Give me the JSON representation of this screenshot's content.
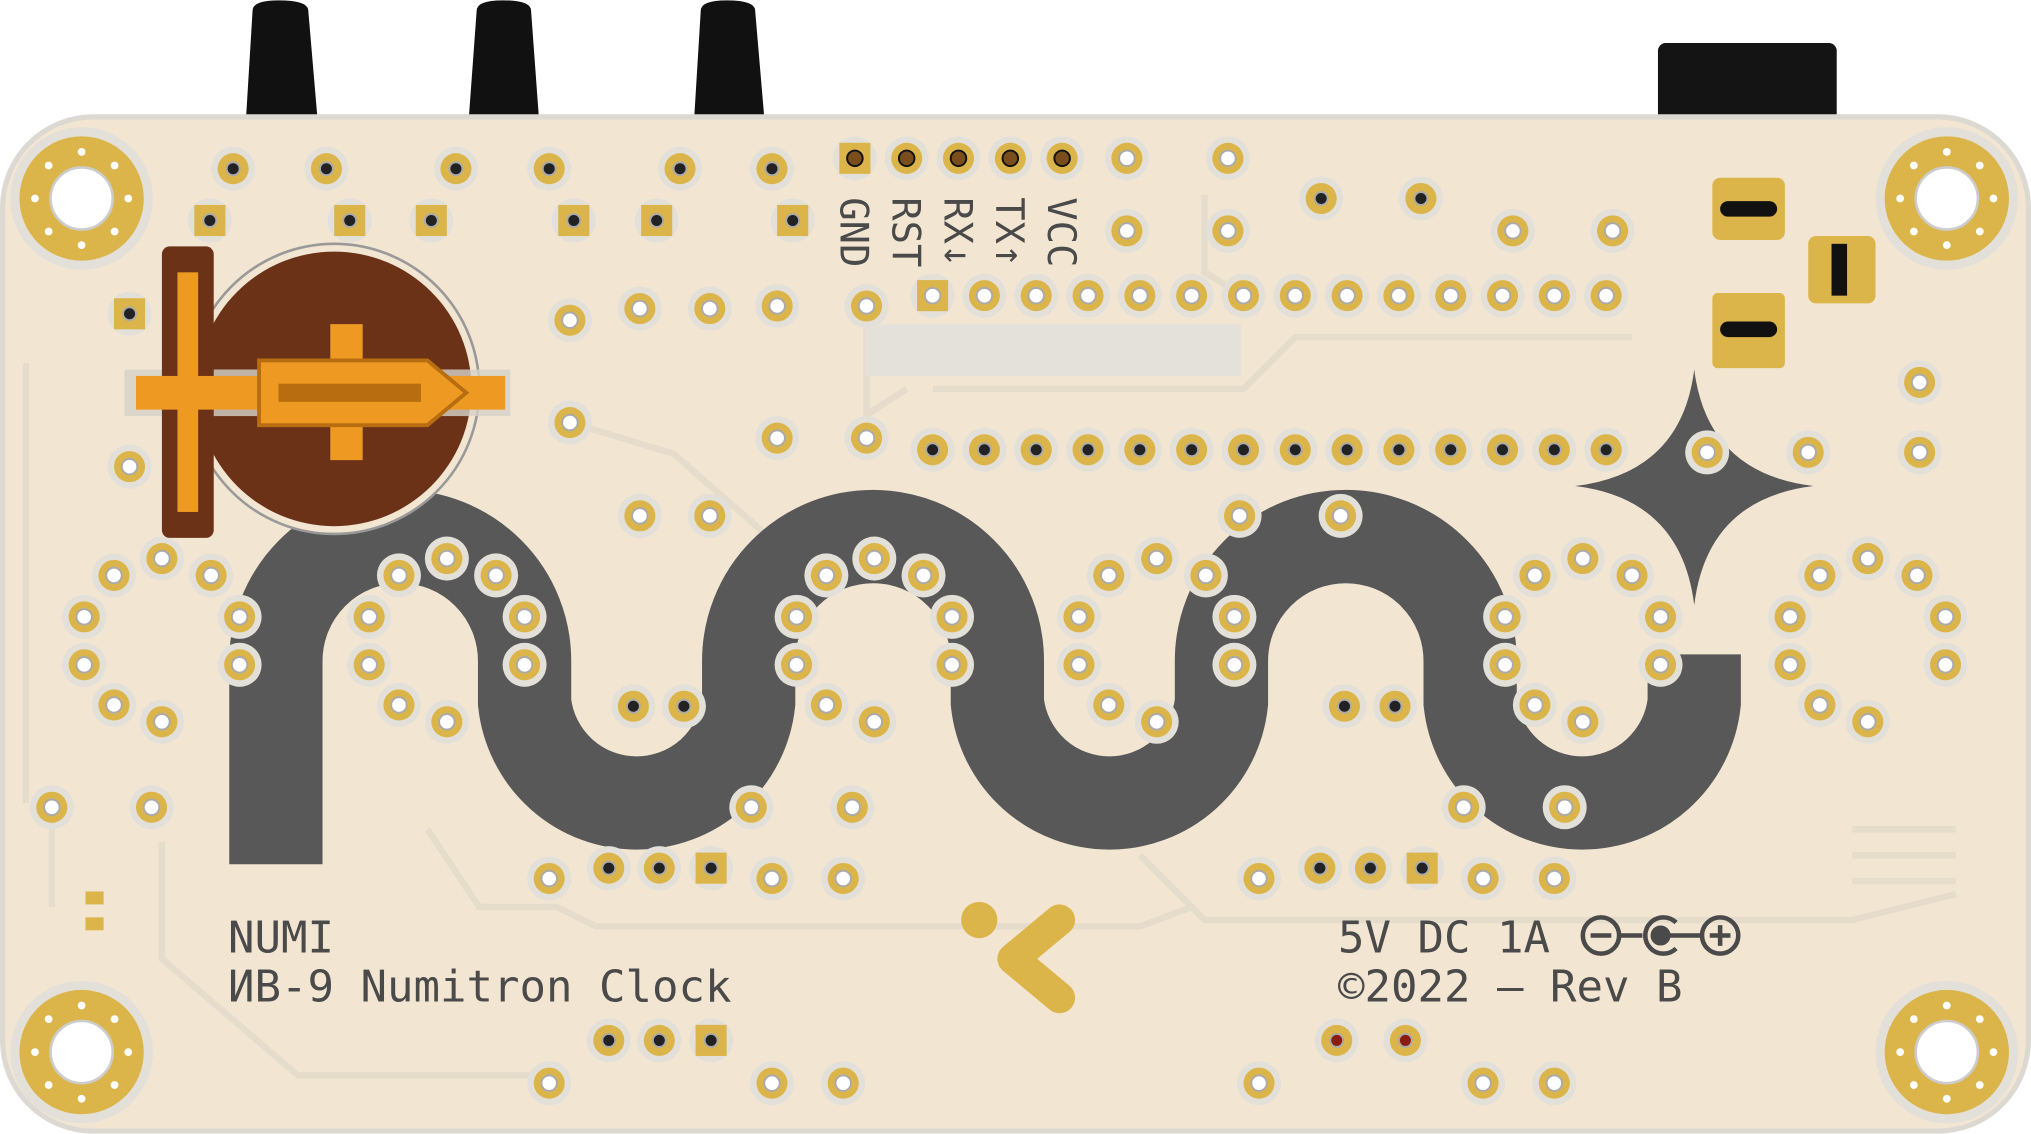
{
  "board": {
    "title_line1": "NUMI",
    "title_line2": "ИВ-9 Numitron Clock",
    "power_label": "5V DC 1A",
    "copyright": "©2022 – Rev B"
  },
  "header_pins": [
    "GND",
    "RST",
    "RX↓",
    "TX↑",
    "VCC"
  ],
  "colors": {
    "board": "#f2e6d3",
    "copper_gold": "#dcb54a",
    "logo_gray": "#585858",
    "battery_brown": "#6b3217",
    "battery_orange": "#ee9a22"
  }
}
